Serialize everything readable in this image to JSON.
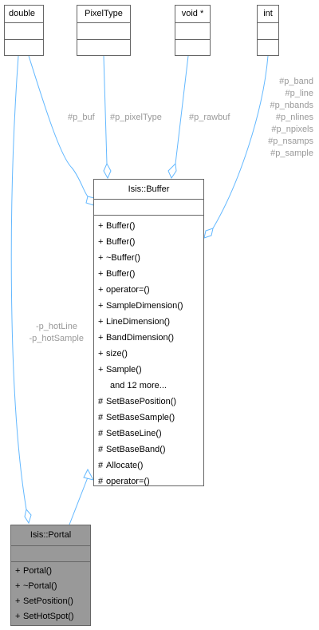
{
  "colors": {
    "edge": "#63b8ff",
    "border": "#666666",
    "highlight_fill": "#999999",
    "label": "#999999"
  },
  "types": {
    "double": "double",
    "pixel_type": "PixelType",
    "void_ptr": "void *",
    "int": "int"
  },
  "buffer": {
    "title": "Isis::Buffer",
    "public_ops": [
      {
        "vis": "+",
        "name": "Buffer()"
      },
      {
        "vis": "+",
        "name": "Buffer()"
      },
      {
        "vis": "+",
        "name": "~Buffer()"
      },
      {
        "vis": "+",
        "name": "Buffer()"
      },
      {
        "vis": "+",
        "name": "operator=()"
      },
      {
        "vis": "+",
        "name": "SampleDimension()"
      },
      {
        "vis": "+",
        "name": "LineDimension()"
      },
      {
        "vis": "+",
        "name": "BandDimension()"
      },
      {
        "vis": "+",
        "name": "size()"
      },
      {
        "vis": "+",
        "name": "Sample()"
      }
    ],
    "more": "and 12 more...",
    "protected_ops": [
      {
        "vis": "#",
        "name": "SetBasePosition()"
      },
      {
        "vis": "#",
        "name": "SetBaseSample()"
      },
      {
        "vis": "#",
        "name": "SetBaseLine()"
      },
      {
        "vis": "#",
        "name": "SetBaseBand()"
      },
      {
        "vis": "#",
        "name": "Allocate()"
      },
      {
        "vis": "#",
        "name": "operator=()"
      }
    ]
  },
  "portal": {
    "title": "Isis::Portal",
    "ops": [
      {
        "vis": "+",
        "name": "Portal()"
      },
      {
        "vis": "+",
        "name": "~Portal()"
      },
      {
        "vis": "+",
        "name": "SetPosition()"
      },
      {
        "vis": "+",
        "name": "SetHotSpot()"
      }
    ]
  },
  "edge_labels": {
    "p_buf": "#p_buf",
    "p_pixel_type": "#p_pixelType",
    "p_rawbuf": "#p_rawbuf",
    "int_members": [
      "#p_band",
      "#p_line",
      "#p_nbands",
      "#p_nlines",
      "#p_npixels",
      "#p_nsamps",
      "#p_sample"
    ],
    "hot": [
      "-p_hotLine",
      "-p_hotSample"
    ]
  }
}
